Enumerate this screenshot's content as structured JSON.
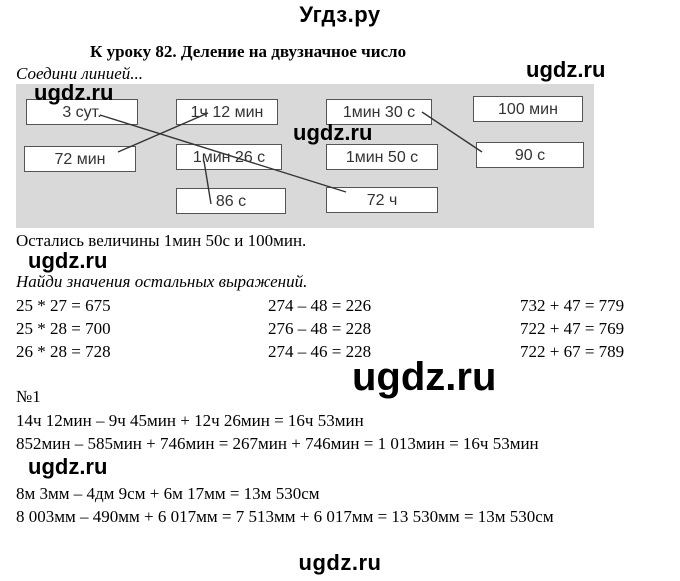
{
  "site": {
    "top": "Угдз.ру",
    "bottom": "ugdz.ru"
  },
  "heading": "К уроку 82. Деление на двузначное число",
  "task1": {
    "instruction": "Соедини линией...",
    "boxes": {
      "b3sut": "3 сут.",
      "b1h12m": "1ч  12 мин",
      "b1m30s": "1мин  30 с",
      "b100min": "100 мин",
      "b72min": "72 мин",
      "b1m26s": "1мин  26 с",
      "b1m50s": "1мин  50 с",
      "b90s": "90 с",
      "b86s": "86 с",
      "b72h": "72 ч"
    },
    "result": "Остались величины 1мин 50с и 100мин."
  },
  "task2": {
    "instruction": "Найди значения остальных выражений.",
    "columns": [
      [
        "25 * 27 = 675",
        "25 * 28 = 700",
        "26 * 28 = 728"
      ],
      [
        "274 – 48 = 226",
        "276 – 48 = 228",
        "274 – 46 = 228"
      ],
      [
        "732 + 47 = 779",
        "722 + 47 = 769",
        "722 + 67 = 789"
      ]
    ]
  },
  "problem1": {
    "label": "№1",
    "lines": [
      "14ч 12мин – 9ч 45мин + 12ч 26мин = 16ч 53мин",
      "852мин – 585мин + 746мин = 267мин + 746мин = 1 013мин = 16ч 53мин",
      "8м 3мм – 4дм 9см + 6м 17мм = 13м 530см",
      "8 003мм – 490мм + 6 017мм = 7 513мм + 6 017мм = 13 530мм = 13м 530см"
    ]
  },
  "watermark": "ugdz.ru"
}
